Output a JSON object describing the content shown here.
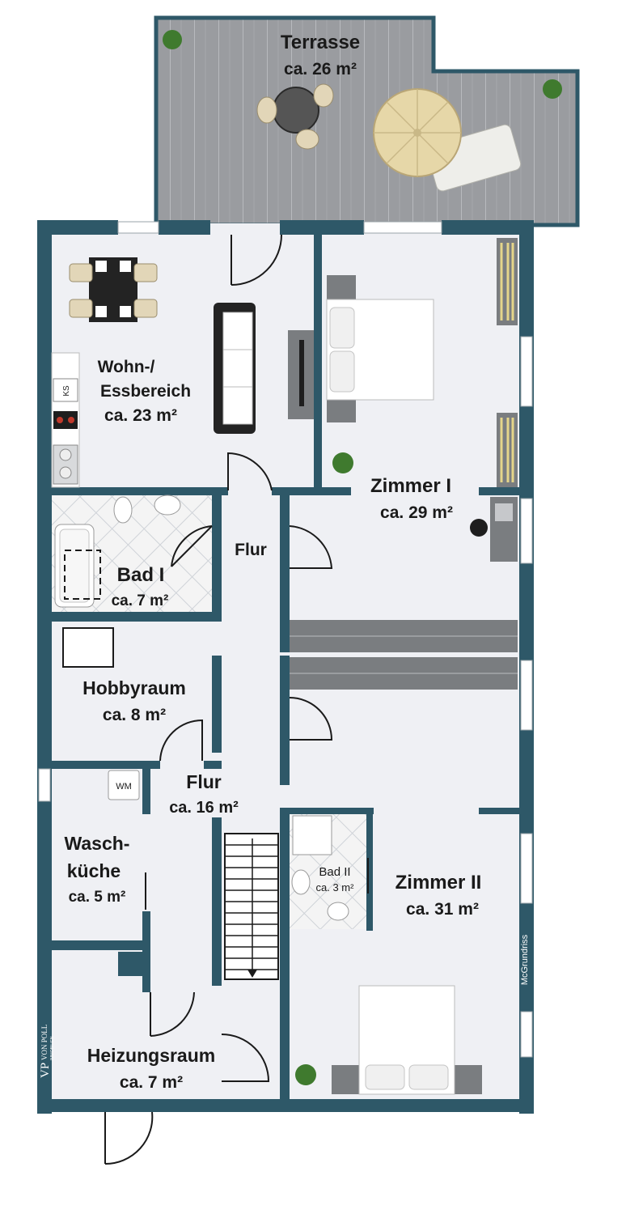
{
  "colors": {
    "wall": "#2e5868",
    "floor": "#eff0f4",
    "deck": "#9a9ca0",
    "deck_line": "#b8babe",
    "tile": "#f4f4f4",
    "tile_line": "#cfd3d8",
    "wood": "#7a7d80",
    "furniture_dark": "#232323",
    "bed": "#ffffff",
    "plant": "#3f7a2e",
    "door": "#1a1a1a"
  },
  "rooms": {
    "terrasse": {
      "name": "Terrasse",
      "area": "ca. 26 m²"
    },
    "wohn": {
      "name_line1": "Wohn-/",
      "name_line2": "Essbereich",
      "area": "ca. 23 m²"
    },
    "zimmer1": {
      "name": "Zimmer I",
      "area": "ca. 29 m²"
    },
    "flur_upper": {
      "name": "Flur"
    },
    "bad1": {
      "name": "Bad I",
      "area": "ca. 7 m²"
    },
    "hobby": {
      "name": "Hobbyraum",
      "area": "ca. 8 m²"
    },
    "flur": {
      "name": "Flur",
      "area": "ca. 16 m²"
    },
    "wasch": {
      "name_line1": "Wasch-",
      "name_line2": "küche",
      "area": "ca. 5 m²"
    },
    "bad2": {
      "name": "Bad II",
      "area": "ca. 3 m²"
    },
    "zimmer2": {
      "name": "Zimmer II",
      "area": "ca. 31 m²"
    },
    "heizung": {
      "name": "Heizungsraum",
      "area": "ca. 7 m²"
    }
  },
  "appliances": {
    "ks": "KS",
    "wm": "WM"
  },
  "branding": {
    "mcgrundriss": "McGrundriss",
    "logo_mark": "VP",
    "logo_name": "VON POLL",
    "logo_sub": "IMMOBILIEN"
  }
}
